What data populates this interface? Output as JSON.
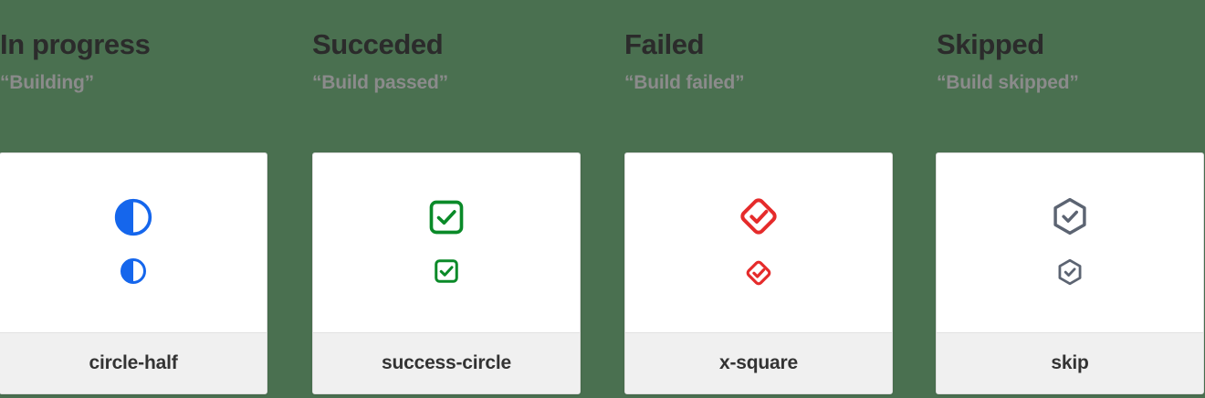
{
  "background_color": "#4a7050",
  "columns": [
    {
      "title": "In progress",
      "subtitle": "“Building”",
      "icon_name": "circle-half",
      "icon_label": "circle-half",
      "color": "#1566ec",
      "large_size": 44,
      "small_size": 30
    },
    {
      "title": "Succeded",
      "subtitle": "“Build passed”",
      "icon_name": "success-circle",
      "icon_label": "success-circle",
      "color": "#0a8a28",
      "large_size": 44,
      "small_size": 30
    },
    {
      "title": "Failed",
      "subtitle": "“Build failed”",
      "icon_name": "x-square",
      "icon_label": "x-square",
      "color": "#e52b2b",
      "large_size": 44,
      "small_size": 30
    },
    {
      "title": "Skipped",
      "subtitle": "“Build skipped”",
      "icon_name": "skip",
      "icon_label": "skip",
      "color": "#5c6472",
      "large_size": 44,
      "small_size": 30
    }
  ]
}
